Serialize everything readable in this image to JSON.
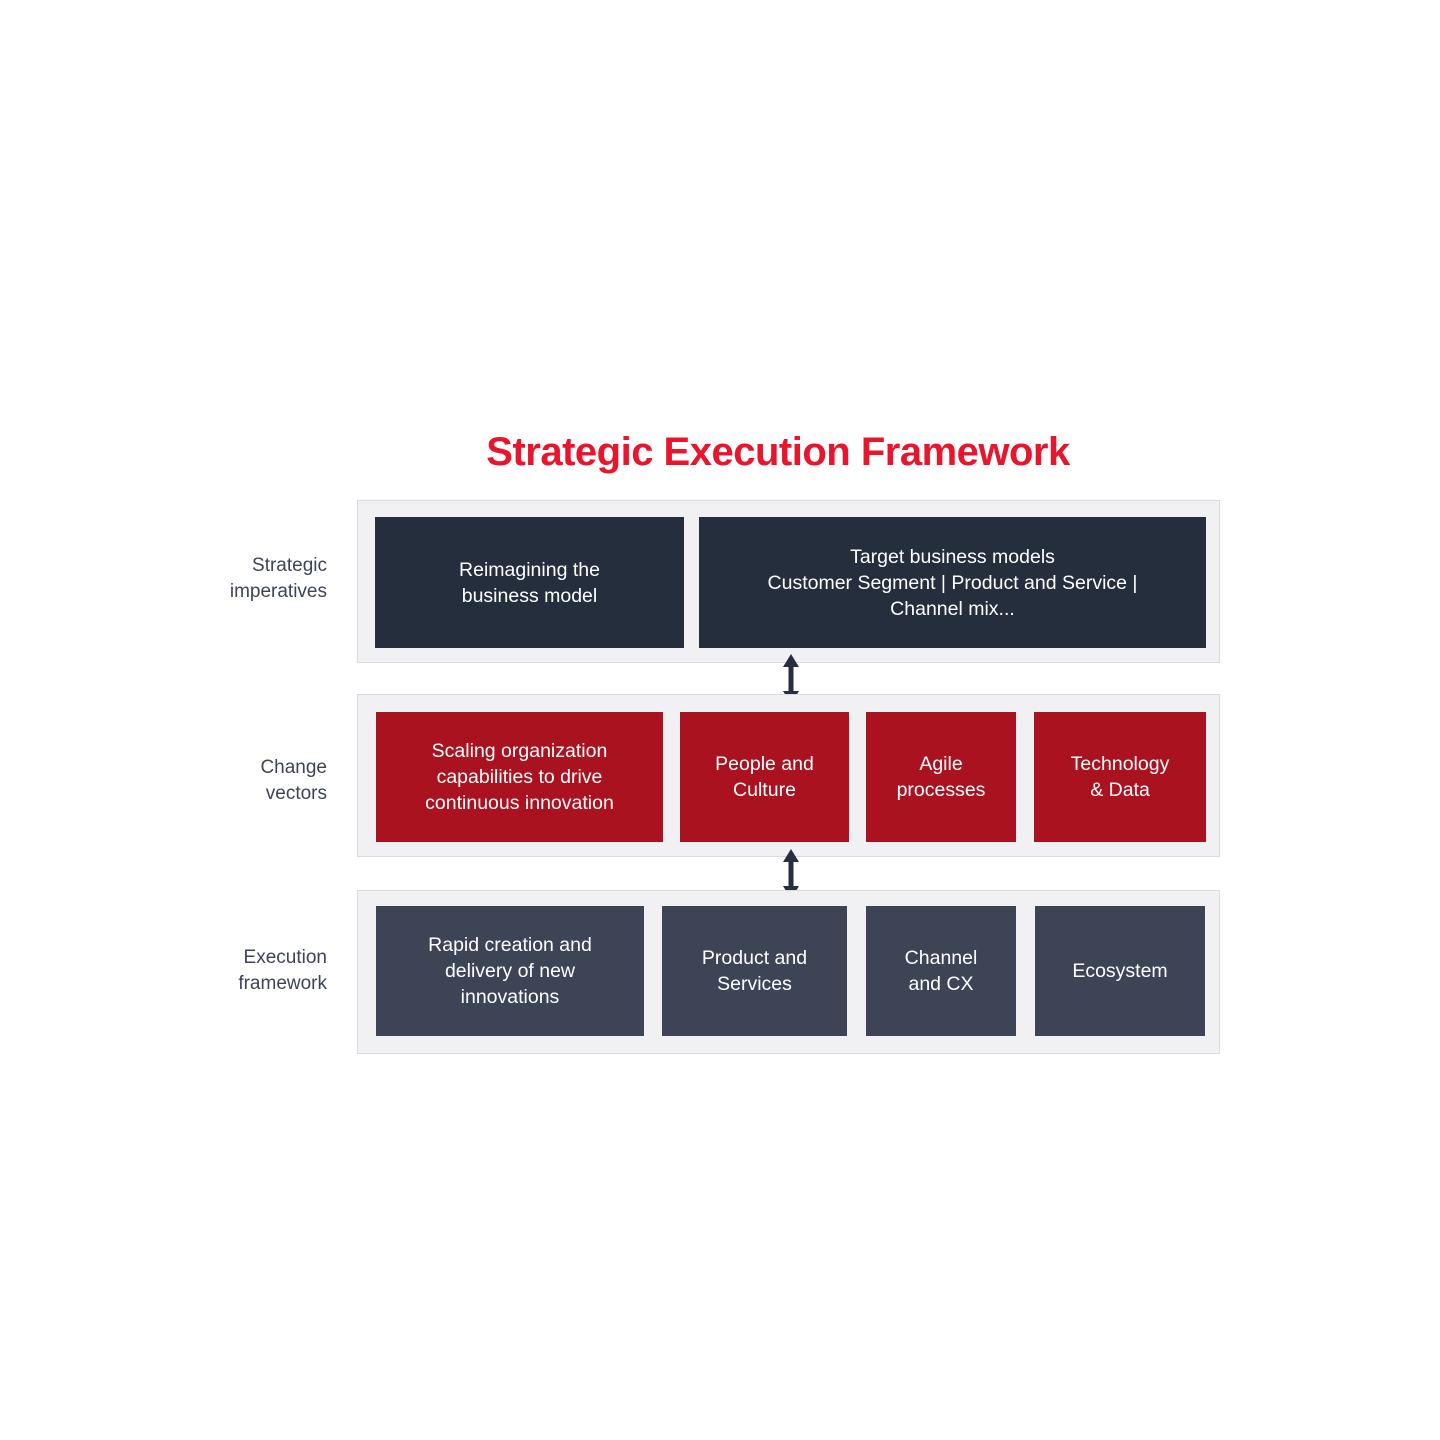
{
  "title": "Strategic Execution Framework",
  "colors": {
    "title_red": "#e8152c",
    "change_vector_box_red": "#aa1220",
    "strategic_imperative_box_dark": "#252e3d",
    "execution_framework_box_slate": "#3d4456",
    "row_panel_background": "#f1f1f4",
    "row_panel_border": "#d9d9de",
    "side_label_text": "#3e4457",
    "box_text": "#ffffff",
    "arrow": "#272e40"
  },
  "rows": [
    {
      "label": "Strategic\nimperatives",
      "boxes": [
        {
          "text": "Reimagining the\nbusiness model"
        },
        {
          "text": "Target business models\nCustomer Segment | Product and Service |\nChannel mix..."
        }
      ]
    },
    {
      "label": "Change\nvectors",
      "boxes": [
        {
          "text": "Scaling organization\ncapabilities to drive\ncontinuous innovation"
        },
        {
          "text": "People and\nCulture"
        },
        {
          "text": "Agile\nprocesses"
        },
        {
          "text": "Technology\n& Data"
        }
      ]
    },
    {
      "label": "Execution\nframework",
      "boxes": [
        {
          "text": "Rapid creation and\ndelivery of new\ninnovations"
        },
        {
          "text": "Product and\nServices"
        },
        {
          "text": "Channel\nand CX"
        },
        {
          "text": "Ecosystem"
        }
      ]
    }
  ],
  "arrows": [
    {
      "name": "between strategic imperatives and change vectors",
      "type": "double-headed-vertical"
    },
    {
      "name": "between change vectors and execution framework",
      "type": "double-headed-vertical"
    }
  ]
}
